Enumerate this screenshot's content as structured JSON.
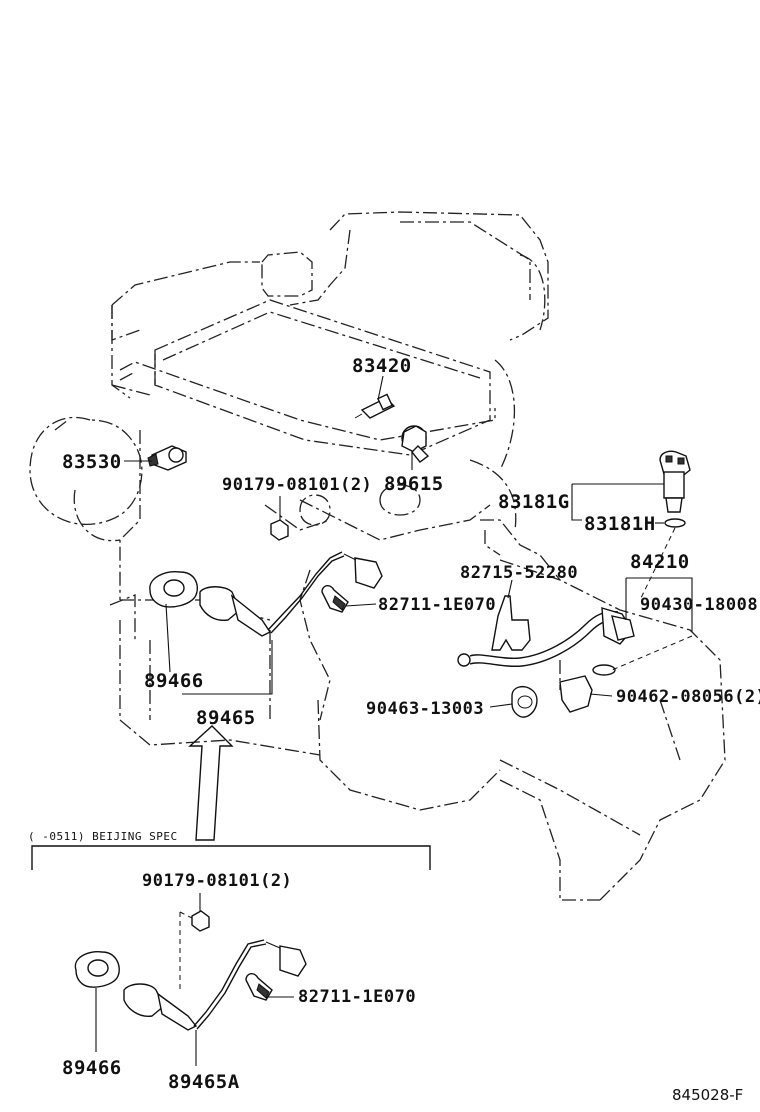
{
  "labels": {
    "p83420": "83420",
    "p83530": "83530",
    "p89615": "89615",
    "p90179_top": "90179-08101(2)",
    "p83181G": "83181G",
    "p83181H": "83181H",
    "p84210": "84210",
    "p82715": "82715-52280",
    "p82711_top": "82711-1E070",
    "p90430": "90430-18008",
    "p89466_top": "89466",
    "p89465": "89465",
    "p90463": "90463-13003",
    "p90462": "90462-08056(2)",
    "spec_note": "(    -0511) BEIJING SPEC",
    "p90179_bottom": "90179-08101(2)",
    "p82711_bottom": "82711-1E070",
    "p89466_bottom": "89466",
    "p89465A": "89465A",
    "drawing_code": "845028-F"
  }
}
